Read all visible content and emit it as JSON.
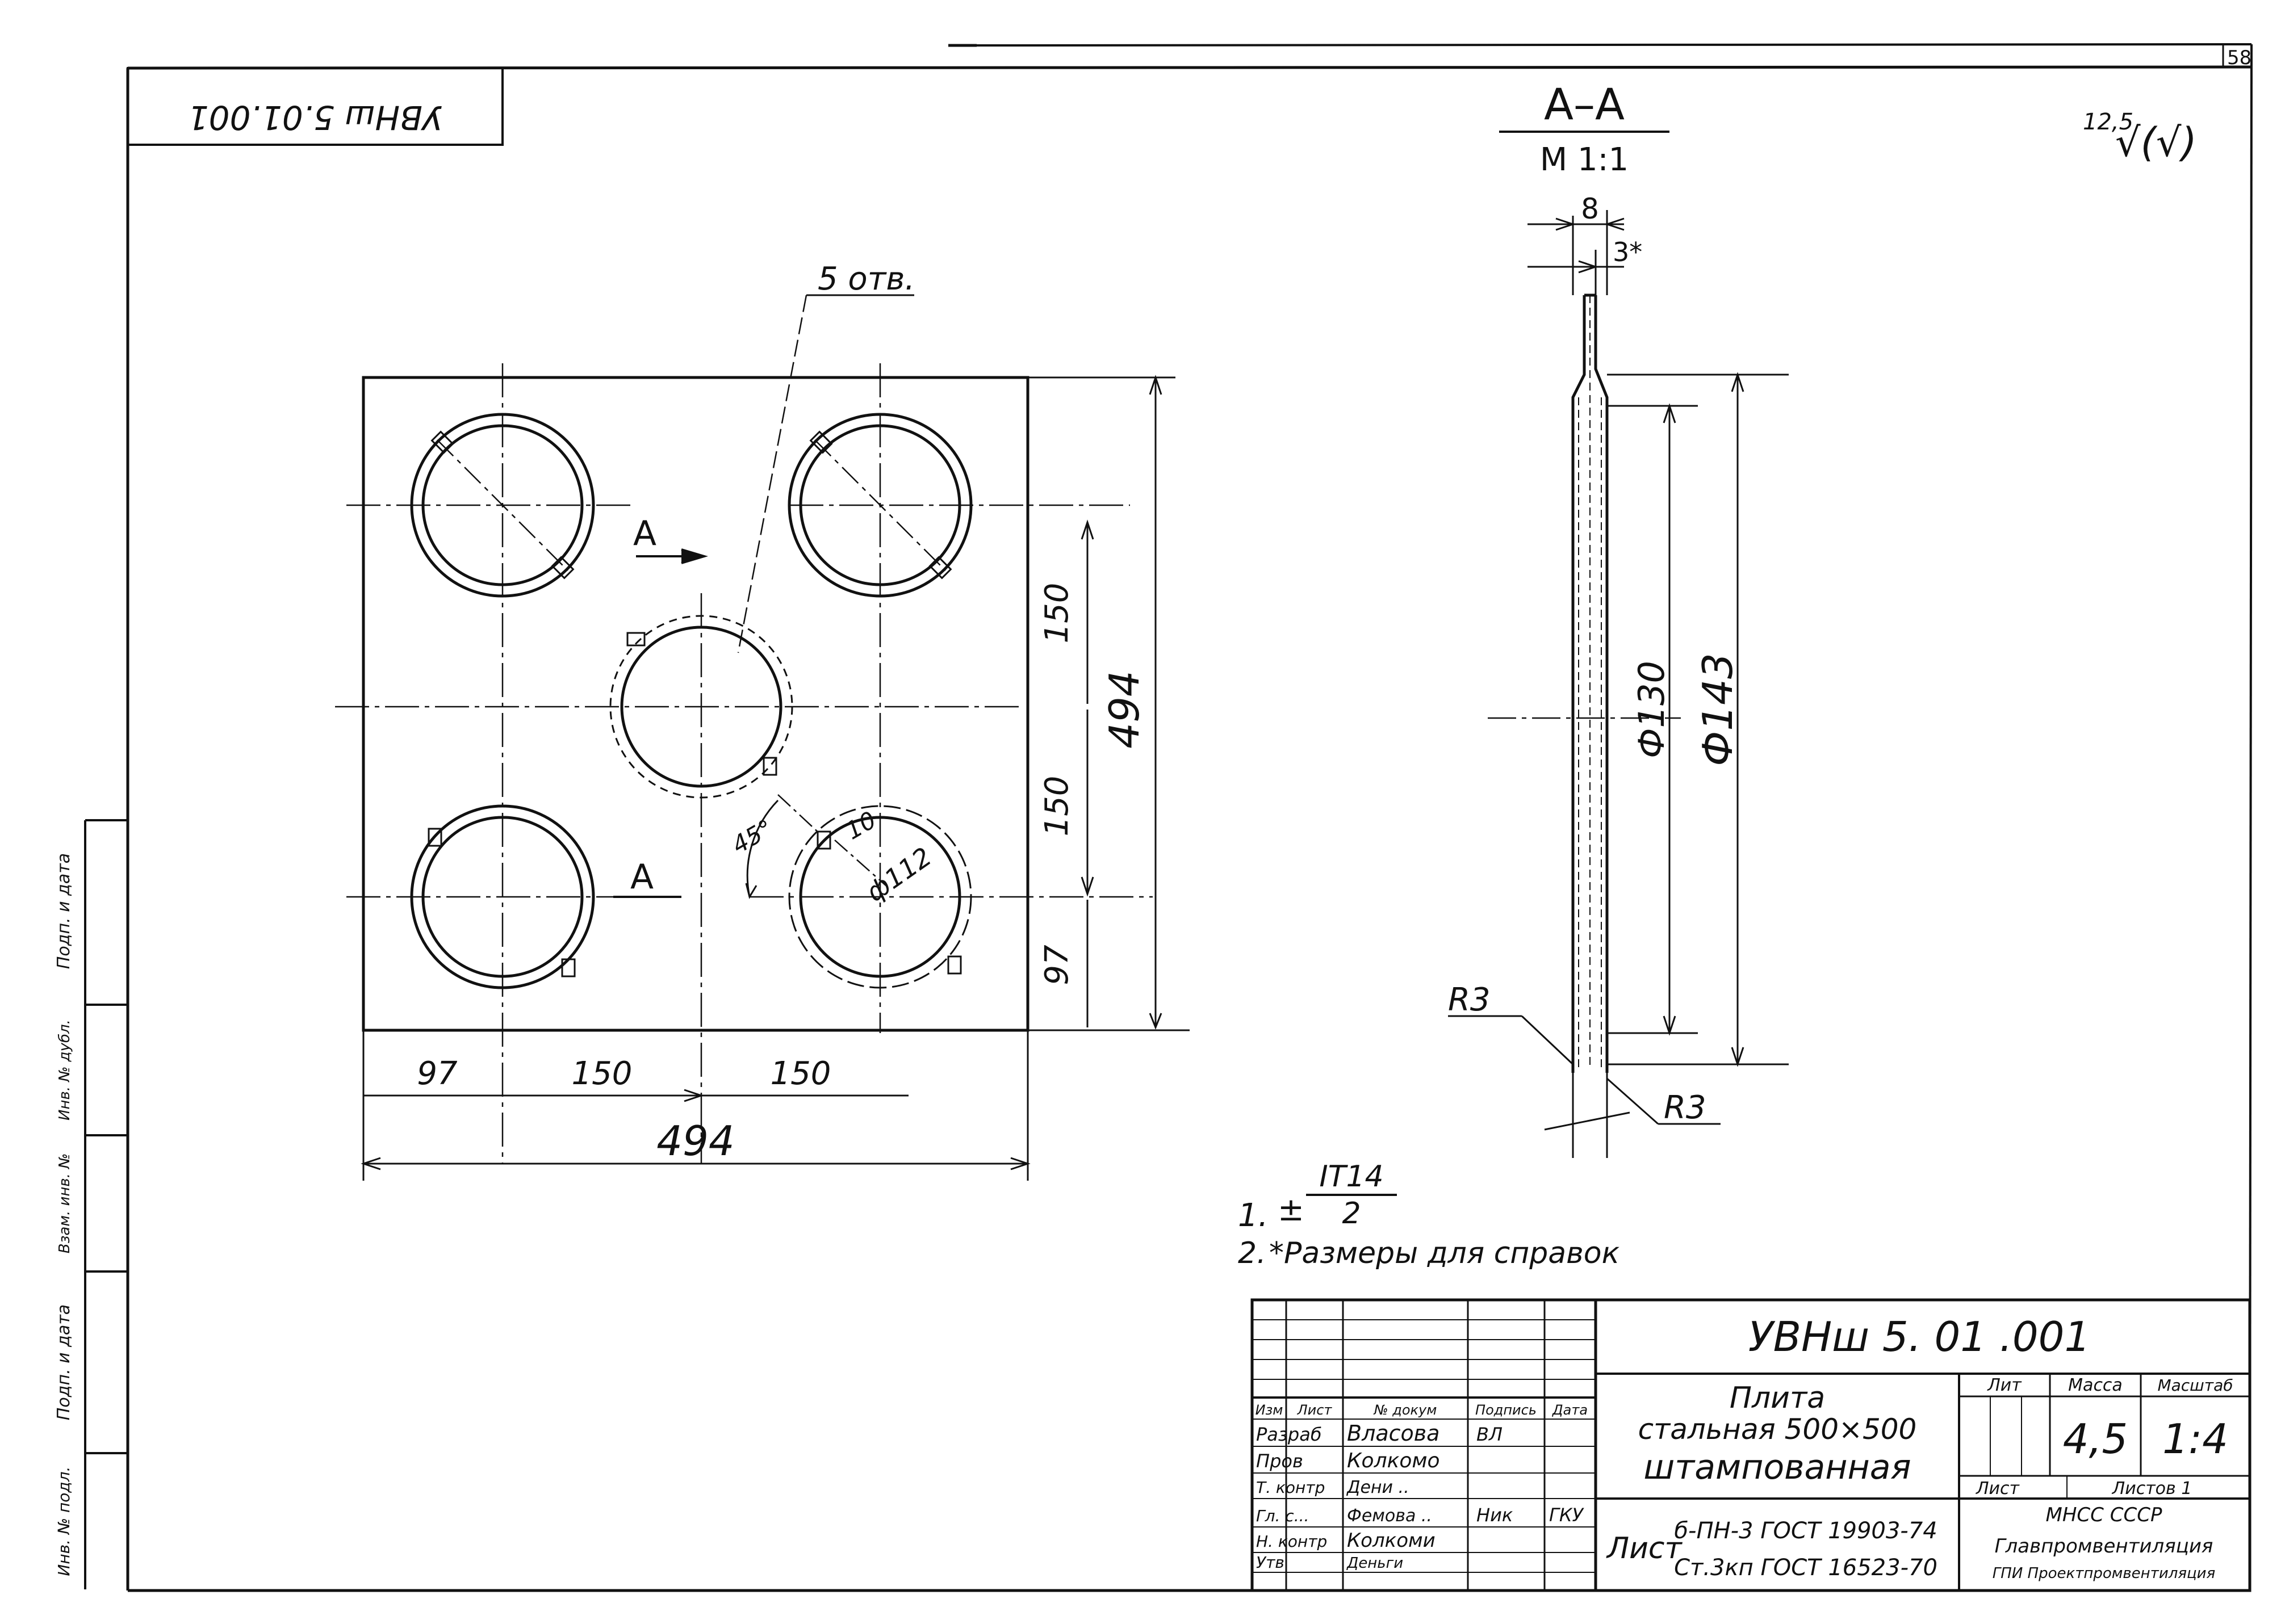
{
  "drawing": {
    "sheet_number": "58",
    "designation_rotated": "УВНш 5.01.001",
    "designation": "УВНш 5. 01 .001",
    "hole_callout": "5 отв.",
    "section": {
      "title": "А–А",
      "scale": "М 1:1"
    },
    "section_mark": "А",
    "roughness": {
      "value": "12,5",
      "symbol": "√(√)"
    },
    "dims_plan": {
      "pitch_v1": "150",
      "pitch_v2": "150",
      "edge_v": "97",
      "overall_v": "494",
      "edge_h": "97",
      "pitch_h1": "150",
      "pitch_h2": "150",
      "overall_h": "494",
      "slot": "10",
      "angle": "45°",
      "hole_dia": "ф112"
    },
    "dims_section": {
      "thickness": "8",
      "offset": "3*",
      "dia_inner": "Ф130",
      "dia_outer": "Ф143",
      "radius_1": "R3",
      "radius_2": "R3"
    },
    "notes": [
      {
        "num": "1.",
        "text": "± IT14 / 2"
      },
      {
        "num": "2.",
        "text": "* Размеры для справок"
      }
    ],
    "note1_sign": "±",
    "note1_num": "IT14",
    "note1_den": "2",
    "note2_text": "*Размеры для справок"
  },
  "title_block": {
    "designation": "УВНш 5. 01 .001",
    "name_lines": [
      "Плита",
      "стальная 500×500",
      "штампованная"
    ],
    "column_headers": [
      "Изм",
      "Лист",
      "№ докум",
      "Подпись",
      "Дата"
    ],
    "rows": [
      {
        "role": "Разраб",
        "name": "Власова",
        "sign": "ВЛ"
      },
      {
        "role": "Пров",
        "name": "Колкомо",
        "sign": ""
      },
      {
        "role": "Т. контр",
        "name": "Дени ..",
        "sign": ""
      },
      {
        "role": "Гл. с...",
        "name": "Фемова ..",
        "sign": "Ник",
        "date": "ГКУ"
      },
      {
        "role": "Н. контр",
        "name": "Колкоми",
        "sign": ""
      },
      {
        "role": "Утв",
        "name": "Деньги",
        "sign": ""
      }
    ],
    "lit_label": "Лит",
    "mass_label": "Масса",
    "scale_label": "Масштаб",
    "mass": "4,5",
    "scale": "1:4",
    "sheet_label": "Лист",
    "sheets_label": "Листов 1",
    "material_prefix": "Лист",
    "material_line1": "б-ПН-3 ГОСТ 19903-74",
    "material_line2": "Ст.3кп ГОСТ 16523-70",
    "org_line1": "МНСС  СССР",
    "org_line2": "Главпромвентиляция",
    "org_line3": "ГПИ Проектпромвентиляция"
  },
  "left_strip": {
    "labels": [
      "Подп. и дата",
      "Инв. № дубл.",
      "Взам. инв. №",
      "Подп. и дата",
      "Инв. № подл."
    ]
  }
}
